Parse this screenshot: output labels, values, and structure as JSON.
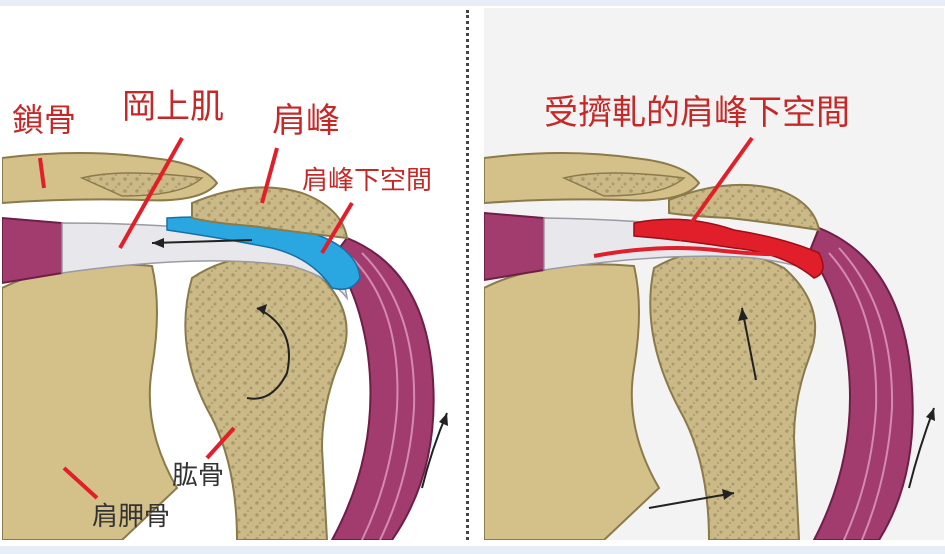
{
  "labels": {
    "clavicle": "鎖骨",
    "supraspinatus": "岡上肌",
    "acromion": "肩峰",
    "subacromial_space": "肩峰下空間",
    "humerus": "肱骨",
    "scapula": "肩胛骨",
    "impinged_space": "受擠軋的肩峰下空間"
  },
  "colors": {
    "bone": "#cbb988",
    "bone_texture": "#a89a6a",
    "muscle": "#a23b6e",
    "tendon": "#e8e8ec",
    "bursa_normal": "#2aa7e0",
    "bursa_inflamed": "#e01f2a",
    "label_line": "#e01f2a"
  }
}
